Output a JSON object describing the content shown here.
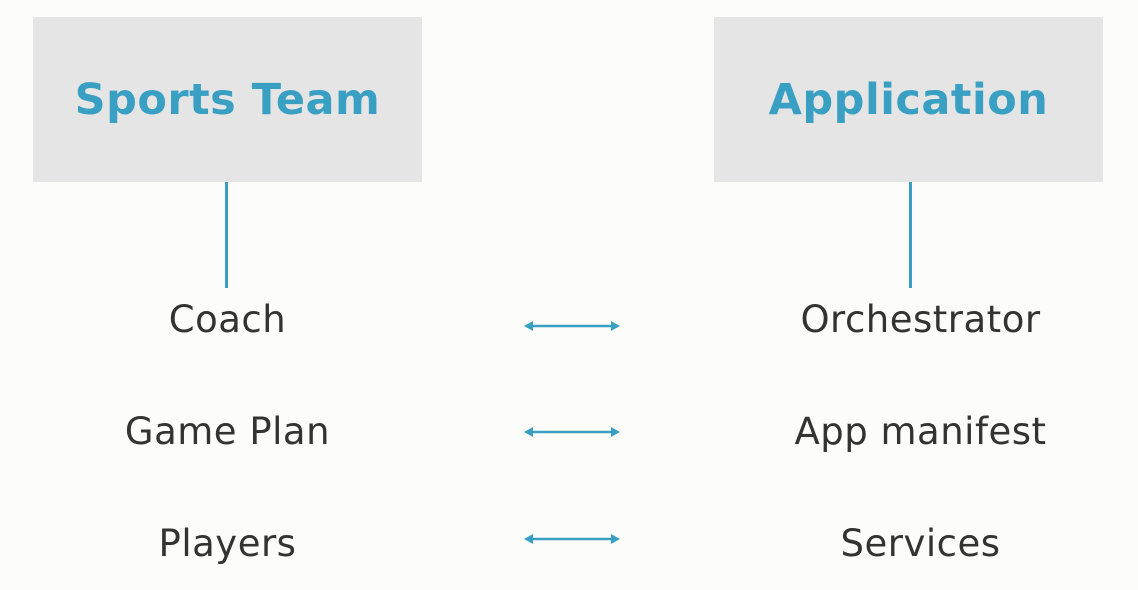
{
  "diagram": {
    "left_header": "Sports Team",
    "right_header": "Application",
    "rows": [
      {
        "left": "Coach",
        "right": "Orchestrator"
      },
      {
        "left": "Game Plan",
        "right": "App manifest"
      },
      {
        "left": "Players",
        "right": "Services"
      }
    ],
    "colors": {
      "accent": "#3aa0c3",
      "header_fill": "#e5e5e5",
      "text": "#333333",
      "background": "#fcfcfb"
    },
    "arrow_icon": "double-headed-arrow-icon"
  }
}
